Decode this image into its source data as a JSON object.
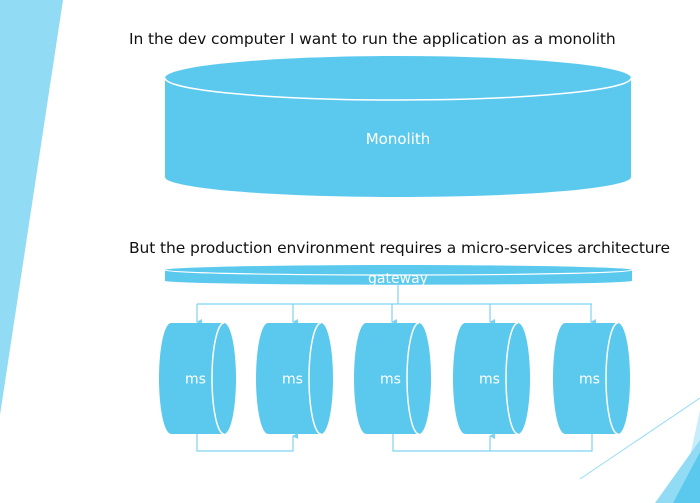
{
  "slide": {
    "colors": {
      "accent": "#5bc9ee",
      "accent_light": "#92dbf5",
      "accent_pale": "#c7ecfa",
      "connector": "#7fd3f0",
      "text": "#111111",
      "label": "#ffffff"
    },
    "heading_dev": "In the dev computer I want to run the application as a monolith",
    "heading_prod": "But the production environment requires a micro-services architecture",
    "monolith": {
      "label": "Monolith"
    },
    "gateway": {
      "label": "gateway"
    },
    "microservices": [
      {
        "label": "ms"
      },
      {
        "label": "ms"
      },
      {
        "label": "ms"
      },
      {
        "label": "ms"
      },
      {
        "label": "ms"
      }
    ],
    "connections": {
      "gateway_to_ms": [
        1,
        2,
        3,
        4,
        5
      ],
      "ms_links": [
        {
          "from": 1,
          "to": 2
        },
        {
          "from": 3,
          "to": 4
        },
        {
          "from": 5,
          "to": 4
        }
      ]
    }
  }
}
